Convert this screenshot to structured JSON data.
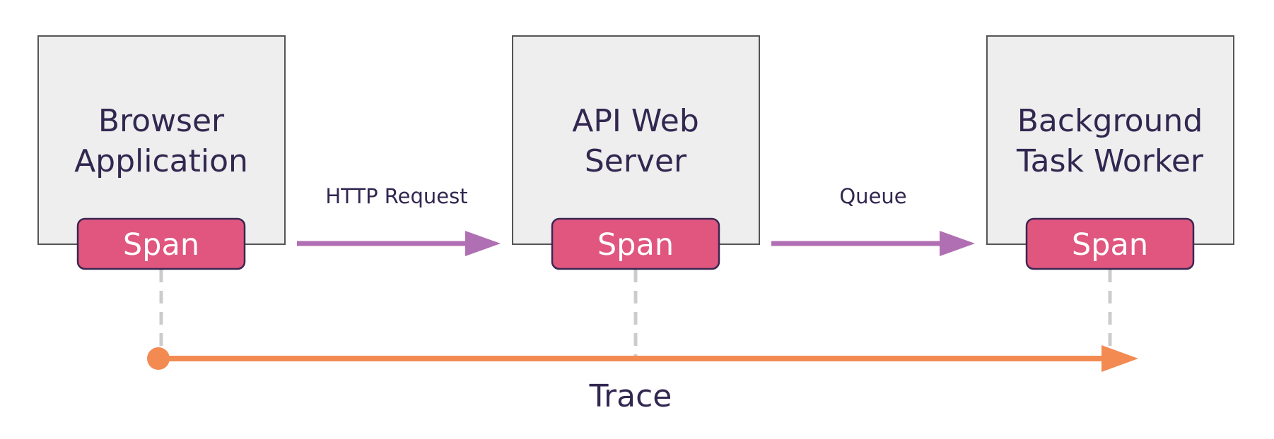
{
  "colors": {
    "box_fill": "#eeeeee",
    "box_stroke": "#555555",
    "span_fill": "#e0567f",
    "span_stroke": "#3a2752",
    "text": "#322750",
    "message_arrow": "#b06fb2",
    "trace_arrow": "#f28a52",
    "dashed_link": "#cccccc"
  },
  "nodes": [
    {
      "id": "browser",
      "lines": [
        "Browser",
        "Application"
      ],
      "span_label": "Span"
    },
    {
      "id": "api",
      "lines": [
        "API Web",
        "Server"
      ],
      "span_label": "Span"
    },
    {
      "id": "worker",
      "lines": [
        "Background",
        "Task Worker"
      ],
      "span_label": "Span"
    }
  ],
  "edges": [
    {
      "from": "browser",
      "to": "api",
      "label": "HTTP Request"
    },
    {
      "from": "api",
      "to": "worker",
      "label": "Queue"
    }
  ],
  "trace": {
    "label": "Trace"
  }
}
